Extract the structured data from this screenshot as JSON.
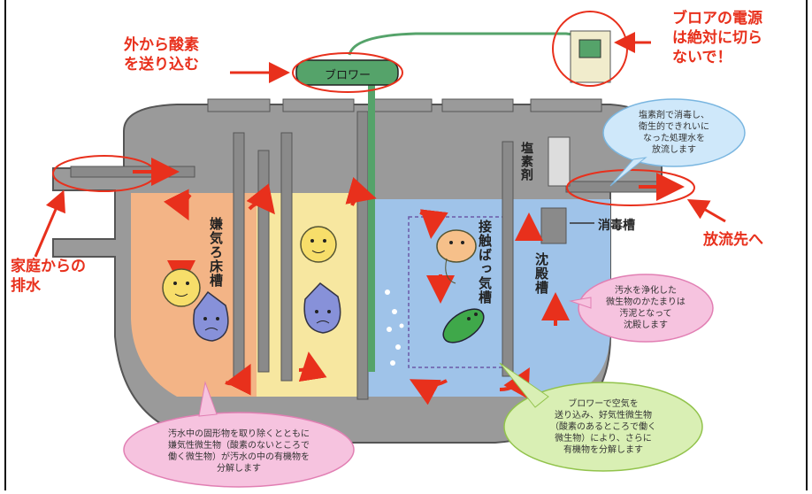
{
  "labels": {
    "air_in": "外から酸素\nを送り込む",
    "blower_power": "ブロアの電源\nは絶対に切ら\nないで！",
    "household": "家庭からの\n排水",
    "discharge": "放流先へ",
    "blower": "ブロワー",
    "chlorine": "塩素剤",
    "disinfection_tank": "消毒槽",
    "anaerobic_tank": "嫌気ろ床槽",
    "contact_tank": "接触ばっ気槽",
    "settling_tank": "沈殿槽"
  },
  "bubbles": {
    "top_right": "塩素剤で消毒し、\n衛生的できれいに\nなった処理水を\n放流します",
    "right": "汚水を浄化した\n微生物のかたまりは\n汚泥となって\n沈殿します",
    "bottom_left": "汚水中の固形物を取り除くとともに\n嫌気性微生物（酸素のないところで\n働く微生物）が汚水の中の有機物を\n分解します",
    "bottom_right": "ブロワーで空気を\n送り込み、好気性微生物\n（酸素のあるところで働く\n微生物）により、さらに\n有機物を分解します"
  },
  "colors": {
    "accent_red": "#e8301c",
    "anaerobic": "#f3b486",
    "yellow": "#f7e7a0",
    "aerobic": "#9fc3e9",
    "tank": "#9a9a9a",
    "blower": "#55a36a",
    "cloud_pink": "#f6c3df",
    "cloud_blue": "#cfe8fa",
    "cloud_green": "#d9efb4"
  }
}
